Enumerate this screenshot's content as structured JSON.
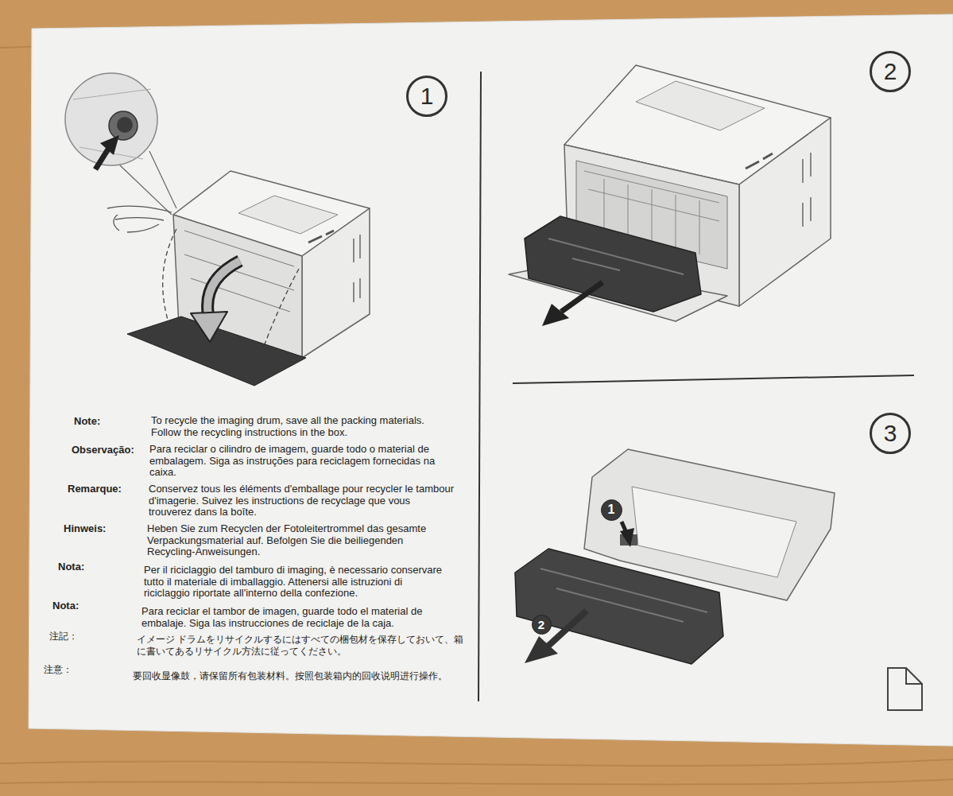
{
  "diagram": {
    "nodes": [
      {
        "text": [
          "1"
        ]
      },
      {
        "text": [
          "2"
        ]
      },
      {
        "text": [
          "3"
        ]
      },
      {
        "text": [
          "1"
        ]
      },
      {
        "text": [
          "2"
        ]
      }
    ],
    "labels": [
      "Note:",
      "To recycle the imaging drum, save all the packing materials. Follow the recycling instructions in the box.",
      "Observação:",
      "Para reciclar o cilindro de imagem, guarde todo o material de embalagem. Siga as instruções para reciclagem fornecidas na caixa.",
      "Remarque:",
      "Conservez tous les éléments d'emballage pour recycler le tambour d'imagerie. Suivez les instructions de recyclage que vous trouverez dans la boîte.",
      "Hinweis:",
      "Heben Sie zum Recyclen der Fotoleitertrommel das gesamte Verpackungsmaterial auf. Befolgen Sie die beiliegenden Recycling-Anweisungen.",
      "Nota:",
      "Per il riciclaggio del tamburo di imaging, è necessario conservare tutto il materiale di imballaggio. Attenersi alle istruzioni di riciclaggio riportate all'interno della confezione.",
      "Nota:",
      "Para reciclar el tambor de imagen, guarde todo el material de embalaje. Siga las instrucciones de reciclaje de la caja.",
      "注記：",
      "イメージ ドラムをリサイクルするにはすべての梱包材を保存しておいて、箱に書いてあるリサイクル方法に従ってください。",
      "注意：",
      "要回收显像鼓，请保留所有包装材料。按照包装箱内的回收说明进行操作。"
    ]
  }
}
